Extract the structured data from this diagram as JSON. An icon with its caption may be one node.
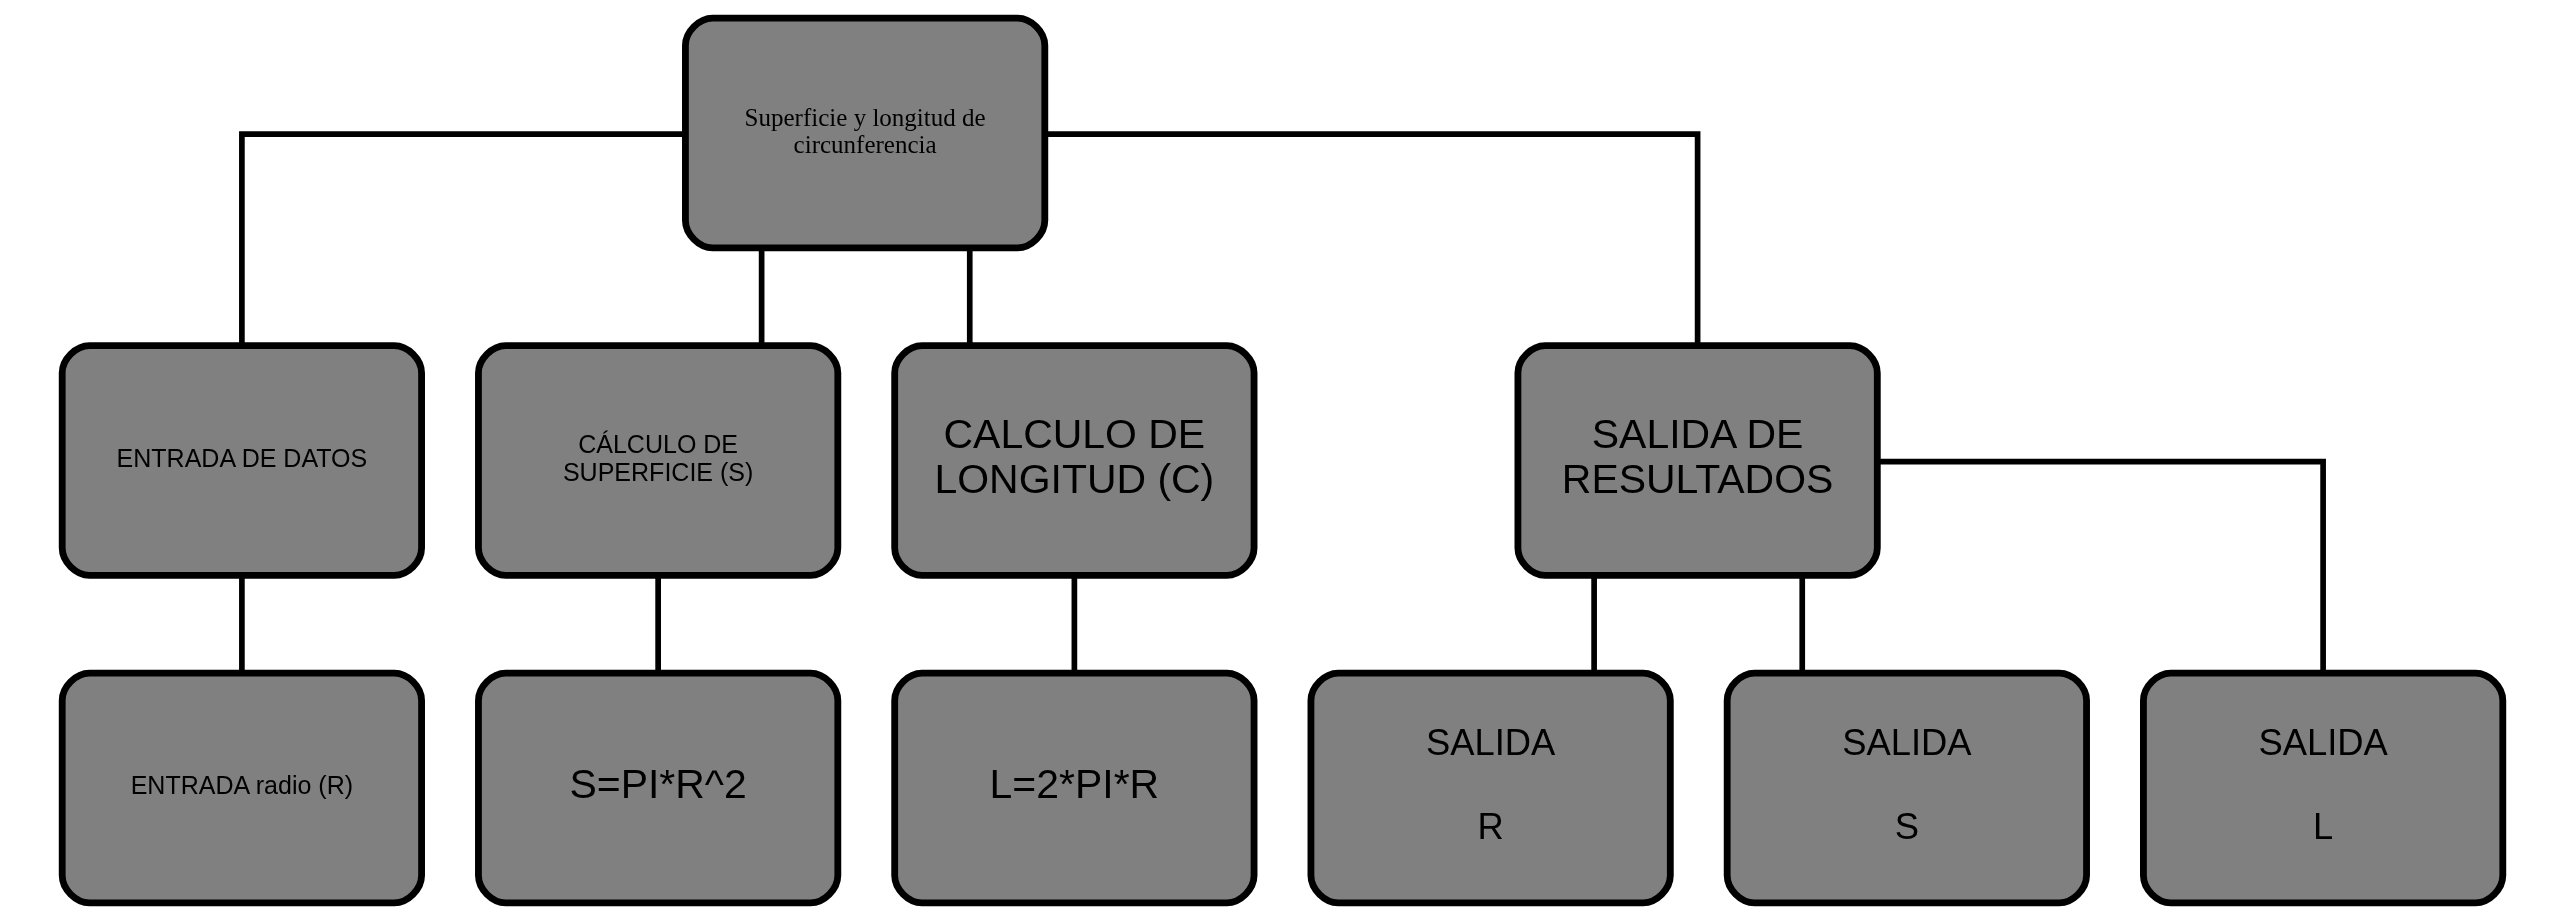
{
  "diagram": {
    "nodes": [
      {
        "text": [
          "Superficie y longitud de circunferencia"
        ]
      },
      {
        "text": [
          "ENTRADA DE DATOS"
        ]
      },
      {
        "text": [
          "CÁLCULO DE SUPERFICIE (S)"
        ]
      },
      {
        "text": [
          "CALCULO DE LONGITUD (C)"
        ]
      },
      {
        "text": [
          "SALIDA DE RESULTADOS"
        ]
      },
      {
        "text": [
          "ENTRADA radio (R)"
        ]
      },
      {
        "text": [
          "S=PI*R^2"
        ]
      },
      {
        "text": [
          "L=2*PI*R"
        ]
      },
      {
        "text": [
          "SALIDA R"
        ]
      },
      {
        "text": [
          "SALIDA S"
        ]
      },
      {
        "text": [
          "SALIDA L"
        ]
      }
    ],
    "edges": [
      {
        "from": 0,
        "to": 1,
        "arrow": "none"
      },
      {
        "from": 0,
        "to": 2,
        "arrow": "none"
      },
      {
        "from": 0,
        "to": 3,
        "arrow": "none"
      },
      {
        "from": 0,
        "to": 4,
        "arrow": "none"
      },
      {
        "from": 1,
        "to": 5,
        "arrow": "none"
      },
      {
        "from": 2,
        "to": 6,
        "arrow": "none"
      },
      {
        "from": 3,
        "to": 7,
        "arrow": "none"
      },
      {
        "from": 4,
        "to": 8,
        "arrow": "none"
      },
      {
        "from": 4,
        "to": 9,
        "arrow": "none"
      },
      {
        "from": 4,
        "to": 10,
        "arrow": "none"
      }
    ]
  }
}
